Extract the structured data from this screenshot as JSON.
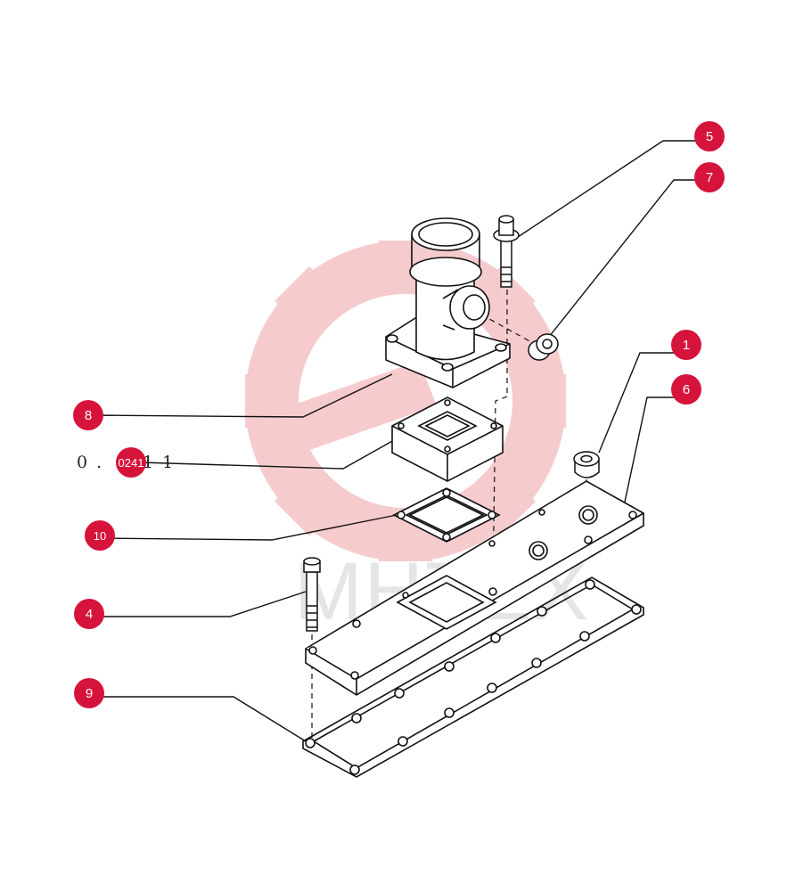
{
  "diagram": {
    "colors": {
      "callout": "#d6143b",
      "line": "#111111",
      "watermark": "#f6c6c8"
    },
    "watermark": {
      "icon": "gear-logo-icon",
      "text": "МНТЕХ"
    },
    "side_label": {
      "prefix": "0 .",
      "suffix": "1 1"
    },
    "callouts": [
      {
        "id": "5",
        "label": "5"
      },
      {
        "id": "7",
        "label": "7"
      },
      {
        "id": "1",
        "label": "1"
      },
      {
        "id": "6",
        "label": "6"
      },
      {
        "id": "8",
        "label": "8"
      },
      {
        "id": "2",
        "label": "0241"
      },
      {
        "id": "10",
        "label": "10"
      },
      {
        "id": "4",
        "label": "4"
      },
      {
        "id": "9",
        "label": "9"
      }
    ],
    "parts": [
      {
        "callout": "5",
        "name": "flange bolt"
      },
      {
        "callout": "7",
        "name": "plug"
      },
      {
        "callout": "1",
        "name": "plug"
      },
      {
        "callout": "6",
        "name": "manifold cover plate"
      },
      {
        "callout": "8",
        "name": "outlet elbow"
      },
      {
        "callout": "0241",
        "name": "spacer"
      },
      {
        "callout": "10",
        "name": "gasket"
      },
      {
        "callout": "4",
        "name": "bolt"
      },
      {
        "callout": "9",
        "name": "cover gasket"
      }
    ]
  }
}
